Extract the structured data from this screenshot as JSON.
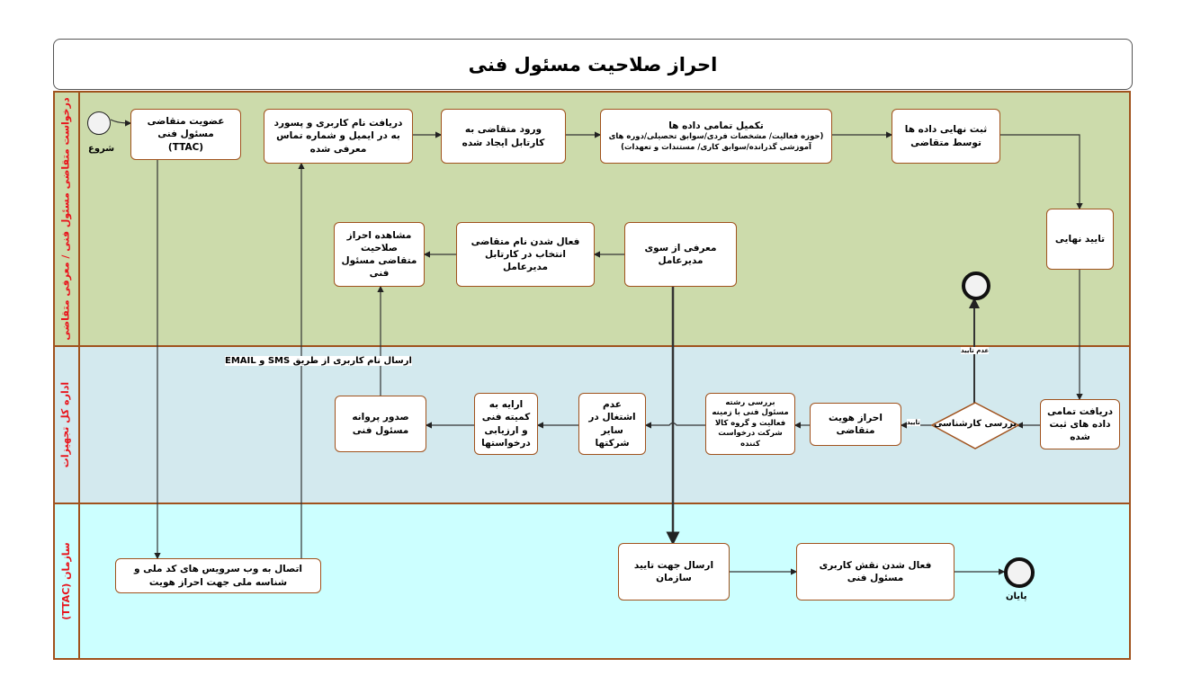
{
  "title": "احراز صلاحیت مسئول فنی",
  "lanes": [
    "درخواست متقاضی مسئول فنی / معرفی متقاضی",
    "اداره کل تجهیزات",
    "سازمان (TTAC)"
  ],
  "events": {
    "start": "شروع",
    "end": "پایان"
  },
  "tasks": {
    "membership": [
      "عضویت متقاضی مسئول فنی",
      "(TTAC)"
    ],
    "receive_credentials": "دریافت  نام کاربری و پسورد به در ایمیل و شماره تماس معرفی شده",
    "enter_cartable": "ورود متقاضی به کارتابل ایجاد شده",
    "complete_data": [
      "تکمیل تمامی داده ها",
      "(حوزه فعالیت/ مشخصات فردی/سوابق تحصیلی/دوره های آموزشی گذرانده/سوابق کاری/ مستندات و تعهدات)"
    ],
    "final_submit": "ثبت نهایی داده ها توسط متقاضی",
    "final_confirm": "تایید نهایی",
    "view_qualification": "مشاهده احراز صلاحیت متقاضی مسئول فنی",
    "activate_name": "فعال شدن نام متقاضی انتخاب در کارتابل مدیرعامل",
    "ceo_introduction": "معرفی از سوی مدیرعامل",
    "receive_data": "دریافت تمامی داده های ثبت شده",
    "expert_review": "بررسی کارشناسی",
    "identity_check": "احراز هویت متقاضی",
    "field_review": "بررسی رشته مسئول فنی با زمینه فعالیت و گروه کالا شرکت درخواست کننده",
    "no_employment": "عدم اشتغال در سایر شرکتها",
    "committee": "ارایه به کمیته فنی و ارزیابی درخواستها",
    "issue_license": "صدور پروانه مسئول فنی",
    "web_service": "اتصال به وب سرویس های کد ملی و شناسه ملی جهت احراز هویت",
    "send_org": "ارسال جهت تایید سازمان",
    "activate_role": "فعال شدن نقش کاربری مسئول فنی"
  },
  "flow_labels": {
    "sms_email": "ارسال نام کاربری از طریق SMS و EMAIL",
    "approved": "تایید",
    "rejected": "عدم تایید"
  },
  "colors": {
    "lane1": "#ccdbab",
    "lane2": "#d3e9ee",
    "lane3": "#ccffff",
    "border": "#a0521d",
    "lane_label": "#e8141c"
  }
}
